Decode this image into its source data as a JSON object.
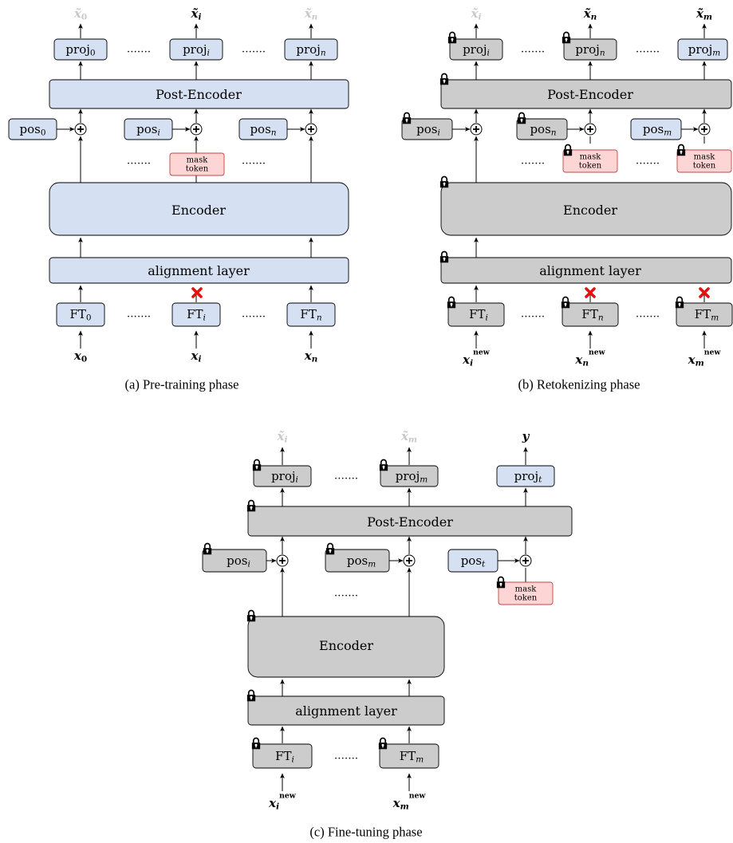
{
  "colors": {
    "blue_fill": "#d5e1f2",
    "gray_fill": "#cccccc",
    "mask_fill": "#fdd5d5",
    "mask_stroke": "#c24444",
    "cross": "#e1120f",
    "faded_text": "#c8c8c8"
  },
  "panel_a": {
    "caption": "(a) Pre-training phase",
    "outputs": [
      "x̃",
      "x̃",
      "x̃"
    ],
    "output_subs": [
      "0",
      "i",
      "n"
    ],
    "proj": [
      "proj",
      "proj",
      "proj"
    ],
    "proj_subs": [
      "0",
      "i",
      "n"
    ],
    "post_encoder": "Post-Encoder",
    "pos": [
      "pos",
      "pos",
      "pos"
    ],
    "pos_subs": [
      "0",
      "i",
      "n"
    ],
    "mask_token": [
      "mask",
      "token"
    ],
    "encoder": "Encoder",
    "alignment": "alignment layer",
    "ft": [
      "FT",
      "FT",
      "FT"
    ],
    "ft_subs": [
      "0",
      "i",
      "n"
    ],
    "inputs": [
      "x",
      "x",
      "x"
    ],
    "input_subs": [
      "0",
      "i",
      "n"
    ],
    "dots": "……."
  },
  "panel_b": {
    "caption": "(b) Retokenizing phase",
    "outputs": [
      "x̃",
      "x̃",
      "x̃"
    ],
    "output_subs": [
      "i",
      "n",
      "m"
    ],
    "proj": [
      "proj",
      "proj",
      "proj"
    ],
    "proj_subs": [
      "i",
      "n",
      "m"
    ],
    "post_encoder": "Post-Encoder",
    "pos": [
      "pos",
      "pos",
      "pos"
    ],
    "pos_subs": [
      "i",
      "n",
      "m"
    ],
    "mask_token": [
      "mask",
      "token"
    ],
    "encoder": "Encoder",
    "alignment": "alignment layer",
    "ft": [
      "FT",
      "FT",
      "FT"
    ],
    "ft_subs": [
      "i",
      "n",
      "m"
    ],
    "inputs": [
      "x",
      "x",
      "x"
    ],
    "input_subs": [
      "i",
      "n",
      "m"
    ],
    "input_sup": "new",
    "dots": "……."
  },
  "panel_c": {
    "caption": "(c) Fine-tuning phase",
    "outputs": [
      "x̃",
      "x̃",
      "y"
    ],
    "output_subs": [
      "i",
      "m",
      ""
    ],
    "proj": [
      "proj",
      "proj",
      "proj"
    ],
    "proj_subs": [
      "i",
      "m",
      "t"
    ],
    "post_encoder": "Post-Encoder",
    "pos": [
      "pos",
      "pos",
      "pos"
    ],
    "pos_subs": [
      "i",
      "m",
      "t"
    ],
    "mask_token": [
      "mask",
      "token"
    ],
    "encoder": "Encoder",
    "alignment": "alignment layer",
    "ft": [
      "FT",
      "FT"
    ],
    "ft_subs": [
      "i",
      "m"
    ],
    "inputs": [
      "x",
      "x"
    ],
    "input_subs": [
      "i",
      "m"
    ],
    "input_sup": "new",
    "dots": "……."
  }
}
